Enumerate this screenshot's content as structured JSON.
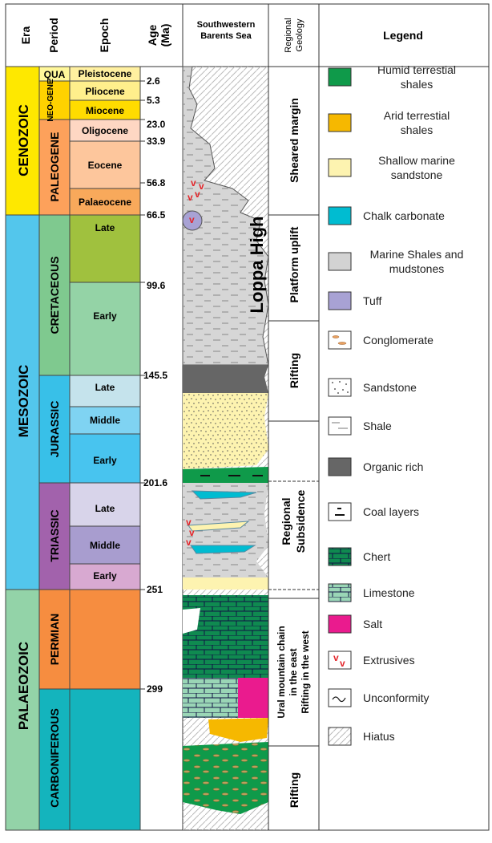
{
  "headers": {
    "era": "Era",
    "period": "Period",
    "epoch": "Epoch",
    "age": "Age (Ma)",
    "column": "Southwestern Barents Sea",
    "regional": "Regional Geology",
    "legend": "Legend"
  },
  "eras": [
    "CENOZOIC",
    "MESOZOIC",
    "PALAEOZOIC"
  ],
  "periods": [
    "QUA",
    "NEO-GENE",
    "PALEOGENE",
    "CRETACEOUS",
    "JURASSIC",
    "TRIASSIC",
    "PERMIAN",
    "CARBONIFEROUS"
  ],
  "epochs": [
    "Pleistocene",
    "Pliocene",
    "Miocene",
    "Oligocene",
    "Eocene",
    "Palaeocene",
    "Late",
    "Early",
    "Late",
    "Middle",
    "Early",
    "Late",
    "Middle",
    "Early"
  ],
  "ages": [
    "2.6",
    "5.3",
    "23.0",
    "33.9",
    "56.8",
    "66.5",
    "99.6",
    "145.5",
    "201.6",
    "251",
    "299"
  ],
  "column_label": "Loppa High",
  "regional_geology": [
    "Sheared margin",
    "Platform uplift",
    "Rifting",
    "Regional Subsidence",
    "Ural mountain chain in the east Rifting in the west",
    "Rifting"
  ],
  "legend": [
    {
      "label": "Humid terrestial shales",
      "swatch": "humid",
      "color": "#0f9a4a"
    },
    {
      "label": "Arid terrestial shales",
      "swatch": "arid",
      "color": "#f6b800"
    },
    {
      "label": "Shallow marine sandstone",
      "swatch": "sand",
      "color": "#fdf3b0"
    },
    {
      "label": "Chalk carbonate",
      "swatch": "chalk",
      "color": "#00bcd1"
    },
    {
      "label": "Marine Shales and mudstones",
      "swatch": "marine",
      "color": "#d3d3d3"
    },
    {
      "label": "Tuff",
      "swatch": "tuff",
      "color": "#a8a2d4"
    },
    {
      "label": "Conglomerate",
      "swatch": "conglomerate"
    },
    {
      "label": "Sandstone",
      "swatch": "sandstone"
    },
    {
      "label": "Shale",
      "swatch": "shale"
    },
    {
      "label": "Organic rich",
      "swatch": "organic",
      "color": "#666666"
    },
    {
      "label": "Coal layers",
      "swatch": "coal"
    },
    {
      "label": "Chert",
      "swatch": "chert",
      "color": "#0f8a50"
    },
    {
      "label": "Limestone",
      "swatch": "limestone",
      "color": "#9ad6b6"
    },
    {
      "label": "Salt",
      "swatch": "salt",
      "color": "#ea1b8e"
    },
    {
      "label": "Extrusives",
      "swatch": "extrusives",
      "color": "#e3262b"
    },
    {
      "label": "Unconformity",
      "swatch": "unconformity"
    },
    {
      "label": "Hiatus",
      "swatch": "hiatus"
    }
  ]
}
